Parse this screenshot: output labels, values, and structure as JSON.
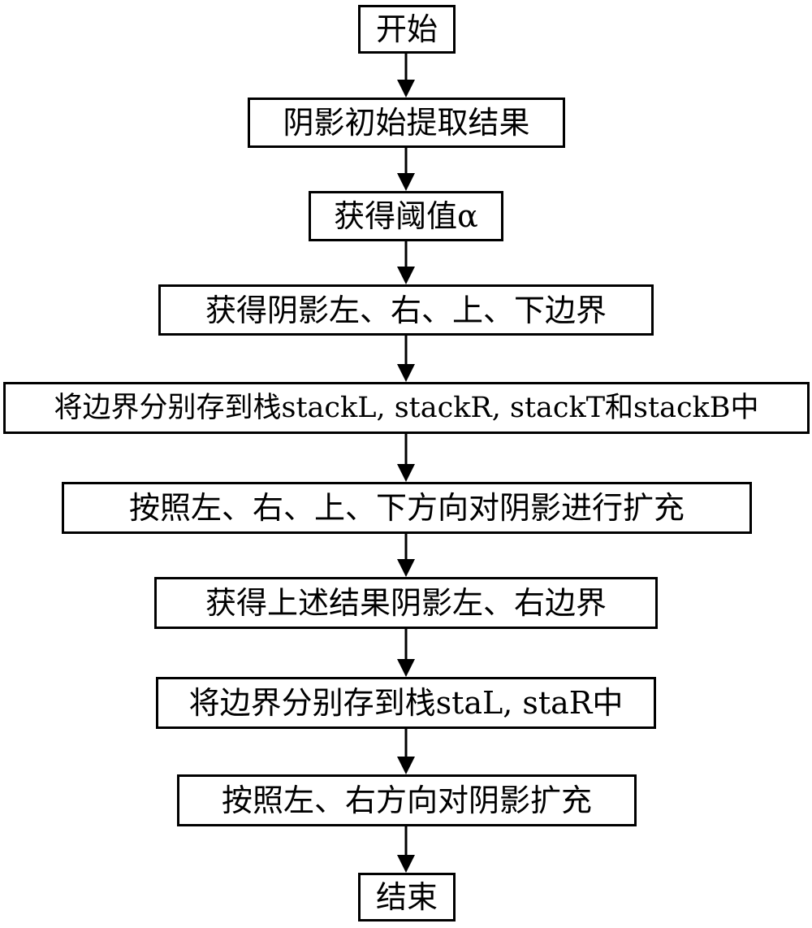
{
  "flowchart": {
    "nodes": [
      {
        "id": "start",
        "label": "开始"
      },
      {
        "id": "initial-extraction",
        "label": "阴影初始提取结果"
      },
      {
        "id": "get-threshold",
        "label": "获得阈值α"
      },
      {
        "id": "get-boundaries",
        "label": "获得阴影左、右、上、下边界"
      },
      {
        "id": "store-four-stacks",
        "label": "将边界分别存到栈stackL, stackR, stackT和stackB中"
      },
      {
        "id": "expand-four-directions",
        "label": "按照左、右、上、下方向对阴影进行扩充"
      },
      {
        "id": "get-lr-boundaries",
        "label": "获得上述结果阴影左、右边界"
      },
      {
        "id": "store-two-stacks",
        "label": "将边界分别存到栈staL, staR中"
      },
      {
        "id": "expand-lr",
        "label": "按照左、右方向对阴影扩充"
      },
      {
        "id": "end",
        "label": "结束"
      }
    ],
    "edges": [
      [
        "start",
        "initial-extraction"
      ],
      [
        "initial-extraction",
        "get-threshold"
      ],
      [
        "get-threshold",
        "get-boundaries"
      ],
      [
        "get-boundaries",
        "store-four-stacks"
      ],
      [
        "store-four-stacks",
        "expand-four-directions"
      ],
      [
        "expand-four-directions",
        "get-lr-boundaries"
      ],
      [
        "get-lr-boundaries",
        "store-two-stacks"
      ],
      [
        "store-two-stacks",
        "expand-lr"
      ],
      [
        "expand-lr",
        "end"
      ]
    ]
  }
}
